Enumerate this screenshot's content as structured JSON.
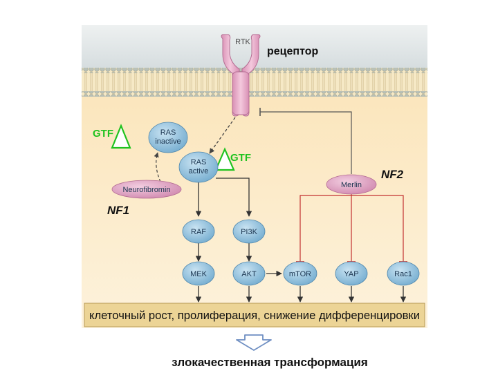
{
  "receptor": {
    "rtk_label": "RTK",
    "caption": "рецептор"
  },
  "nodes": {
    "ras_inactive": [
      "RAS",
      "inactive"
    ],
    "ras_active": [
      "RAS",
      "active"
    ],
    "neurofibromin": "Neurofibromin",
    "merlin": "Merlin",
    "raf": "RAF",
    "pi3k": "PI3K",
    "mek": "MEK",
    "akt": "AKT",
    "mtor": "mTOR",
    "yap": "YAP",
    "rac1": "Rac1"
  },
  "labels": {
    "gtf_left": "GTF",
    "gtf_right": "GTF",
    "nf1": "NF1",
    "nf2": "NF2"
  },
  "banner": "клеточный рост, пролиферация, снижение дифференцировки",
  "outcome": "злокачественная трансформация",
  "colors": {
    "membrane_head": "#bcc3b9",
    "cytoplasm": "#fbe9c2",
    "extracellular": "#dfe5e6",
    "node_blue": "#8dc1df",
    "node_pink": "#dfa0c2",
    "arrow_red": "#c23030",
    "gtf_green": "#1fc21f"
  }
}
